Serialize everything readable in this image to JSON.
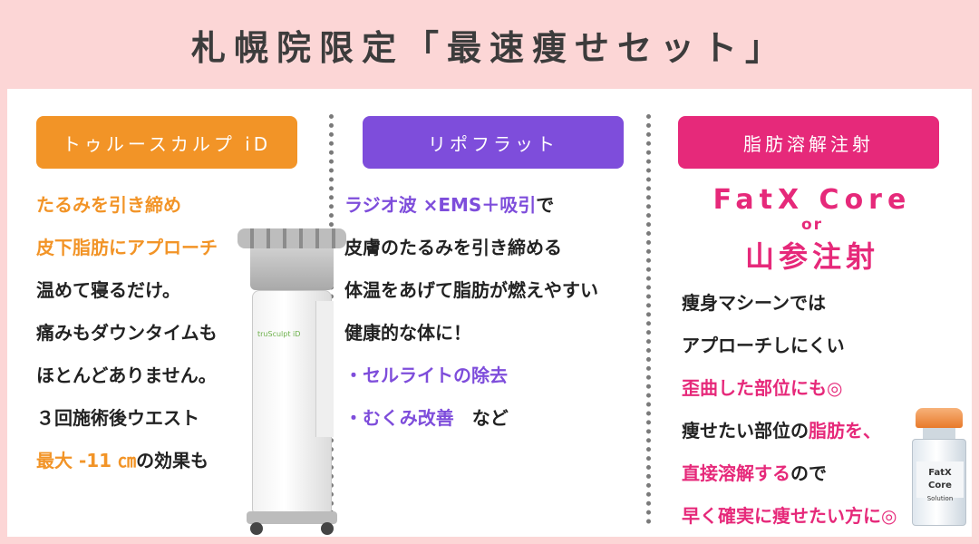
{
  "header": {
    "title": "札幌院限定「最速痩せセット」"
  },
  "colors": {
    "background": "#fcd6d6",
    "orange": "#f29427",
    "purple": "#7e4ddb",
    "pink": "#e6297a"
  },
  "columns": [
    {
      "badge": "トゥルースカルプ iD",
      "lines": [
        {
          "text": "たるみを引き締め",
          "color": "orange"
        },
        {
          "text": "皮下脂肪にアプローチ",
          "color": "orange"
        },
        {
          "text": "温めて寝るだけ。",
          "color": "dark"
        },
        {
          "text": "痛みもダウンタイムも",
          "color": "dark"
        },
        {
          "text": "ほとんどありません。",
          "color": "dark"
        },
        {
          "text": "３回施術後ウエスト",
          "color": "dark"
        },
        {
          "text_a": "最大 -11 ㎝",
          "text_b": "の効果も"
        }
      ],
      "machine_label": "truSculpt iD"
    },
    {
      "badge": "リポフラット",
      "lines": [
        {
          "text_a": "ラジオ波 ×EMS＋吸引",
          "text_b": "で"
        },
        {
          "text": "皮膚のたるみを引き締める",
          "color": "dark"
        },
        {
          "text": "体温をあげて脂肪が燃えやすい",
          "color": "dark"
        },
        {
          "text": "健康的な体に！",
          "color": "dark"
        },
        {
          "text": "・セルライトの除去",
          "color": "purple"
        },
        {
          "text_a": "・むくみ改善",
          "text_b": "　など"
        }
      ]
    },
    {
      "badge": "脂肪溶解注射",
      "brand_main": "FatX Core",
      "brand_or": "or",
      "brand_sub": "山参注射",
      "lines": [
        {
          "text": "痩身マシーンでは",
          "color": "dark"
        },
        {
          "text": "アプローチしにくい",
          "color": "dark"
        },
        {
          "text": "歪曲した部位にも◎",
          "color": "pink"
        },
        {
          "text_a": "痩せたい部位の",
          "text_b": "脂肪を、"
        },
        {
          "text_a": "直接溶解する",
          "text_b": "ので"
        },
        {
          "text": "早く確実に痩せたい方に◎",
          "color": "pink"
        }
      ],
      "vial_label": "FatX Core",
      "vial_sub": "Solution"
    }
  ]
}
